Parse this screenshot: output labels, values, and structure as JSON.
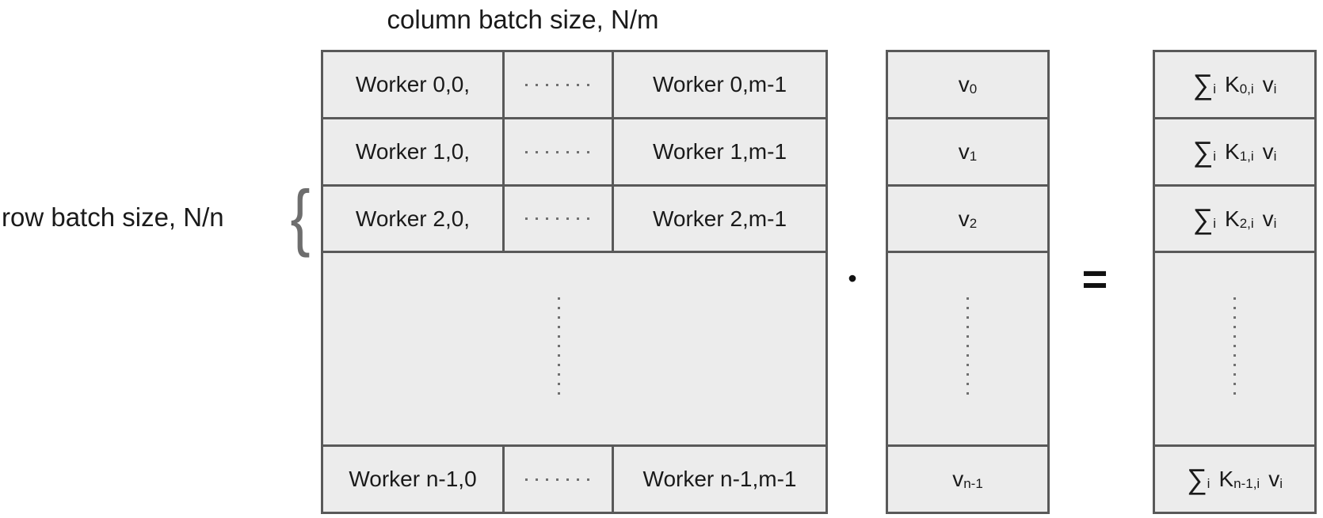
{
  "diagram": {
    "title": "column batch size, N/m",
    "row_label": "row batch size, N/n",
    "brace": "{",
    "operators": {
      "multiply": "•",
      "equals": "="
    },
    "matrix": {
      "rows": [
        {
          "first": "Worker 0,0,",
          "last": "Worker 0,m-1"
        },
        {
          "first": "Worker 1,0,",
          "last": "Worker 1,m-1"
        },
        {
          "first": "Worker 2,0,",
          "last": "Worker 2,m-1"
        },
        {
          "first": "Worker n-1,0",
          "last": "Worker n-1,m-1"
        }
      ]
    },
    "vector": {
      "cells": [
        {
          "base": "v",
          "sub": "0"
        },
        {
          "base": "v",
          "sub": "1"
        },
        {
          "base": "v",
          "sub": "2"
        },
        {
          "base": "v",
          "sub": "n-1"
        }
      ]
    },
    "result": {
      "cells": [
        {
          "sum": "∑",
          "sum_sub": "i",
          "k": "K",
          "k_sub": "0,i",
          "v": "v",
          "v_sub": "i"
        },
        {
          "sum": "∑",
          "sum_sub": "i",
          "k": "K",
          "k_sub": "1,i",
          "v": "v",
          "v_sub": "i"
        },
        {
          "sum": "∑",
          "sum_sub": "i",
          "k": "K",
          "k_sub": "2,i",
          "v": "v",
          "v_sub": "i"
        },
        {
          "sum": "∑",
          "sum_sub": "i",
          "k": "K",
          "k_sub": "n-1,i",
          "v": "v",
          "v_sub": "i"
        }
      ]
    },
    "colors": {
      "cell_fill": "#ececec",
      "border": "#595959",
      "text": "#1a1a1a",
      "dots": "#707070"
    }
  }
}
